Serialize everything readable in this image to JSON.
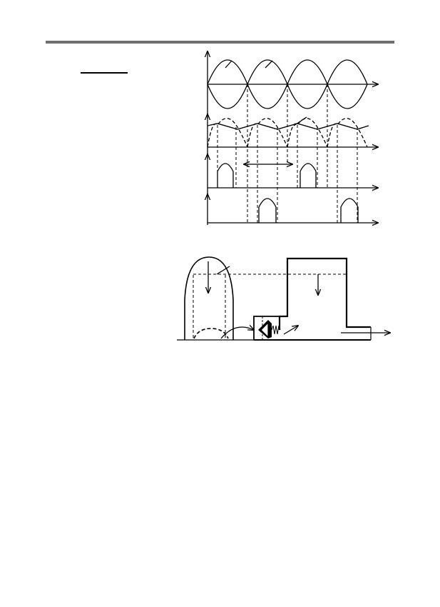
{
  "page": {
    "background": "#ffffff",
    "rule_color": "#6e6e6e",
    "ink_color": "#000000"
  },
  "figures": {
    "top": {
      "kind": "waveform-diagram",
      "traces": [
        "rectified-sine-envelope",
        "dashed-arches-with-ripple",
        "pulses-odd",
        "pulses-even"
      ],
      "cycles": 4
    },
    "bottom": {
      "kind": "hydraulic-system-schematic",
      "parts": [
        "source-tank",
        "check-valve-with-spring",
        "reservoir",
        "outlet-pipe"
      ]
    }
  }
}
